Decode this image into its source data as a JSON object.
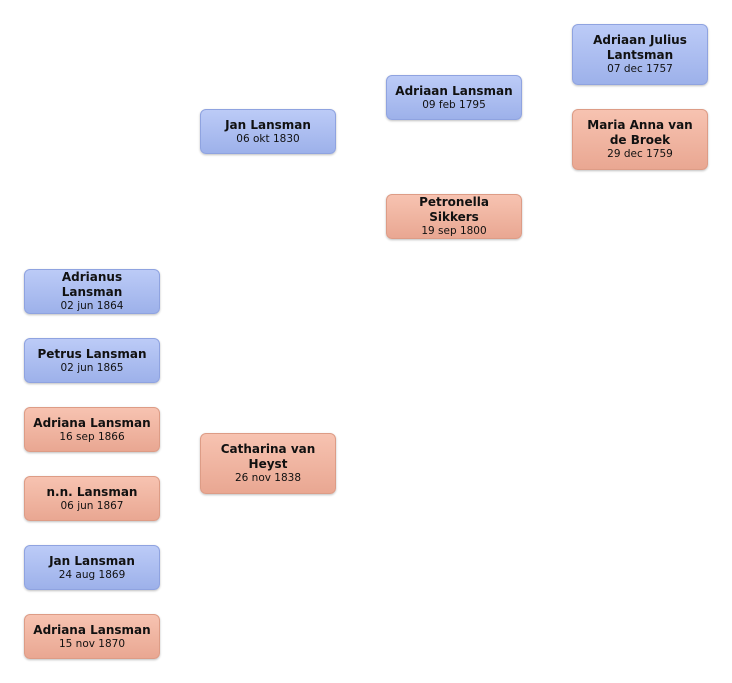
{
  "tree": {
    "children": [
      {
        "name": "Adrianus Lansman",
        "date": "02 jun 1864",
        "gender": "male"
      },
      {
        "name": "Petrus Lansman",
        "date": "02 jun 1865",
        "gender": "male"
      },
      {
        "name": "Adriana Lansman",
        "date": "16 sep 1866",
        "gender": "female"
      },
      {
        "name": "n.n. Lansman",
        "date": "06 jun 1867",
        "gender": "female"
      },
      {
        "name": "Jan Lansman",
        "date": "24 aug 1869",
        "gender": "male"
      },
      {
        "name": "Adriana Lansman",
        "date": "15 nov 1870",
        "gender": "female"
      }
    ],
    "parents": {
      "father": {
        "name": "Jan Lansman",
        "date": "06 okt 1830",
        "gender": "male"
      },
      "mother": {
        "name": "Catharina van Heyst",
        "date": "26 nov 1838",
        "gender": "female"
      }
    },
    "grandparents": {
      "father": {
        "name": "Adriaan Lansman",
        "date": "09 feb 1795",
        "gender": "male"
      },
      "mother": {
        "name": "Petronella Sikkers",
        "date": "19 sep 1800",
        "gender": "female"
      }
    },
    "great_grandparents": {
      "father": {
        "name": "Adriaan Julius Lantsman",
        "date": "07 dec 1757",
        "gender": "male"
      },
      "mother": {
        "name": "Maria Anna van de Broek",
        "date": "29 dec 1759",
        "gender": "female"
      }
    }
  },
  "colors": {
    "male": "#a9bbf0",
    "female": "#f0b49f"
  }
}
